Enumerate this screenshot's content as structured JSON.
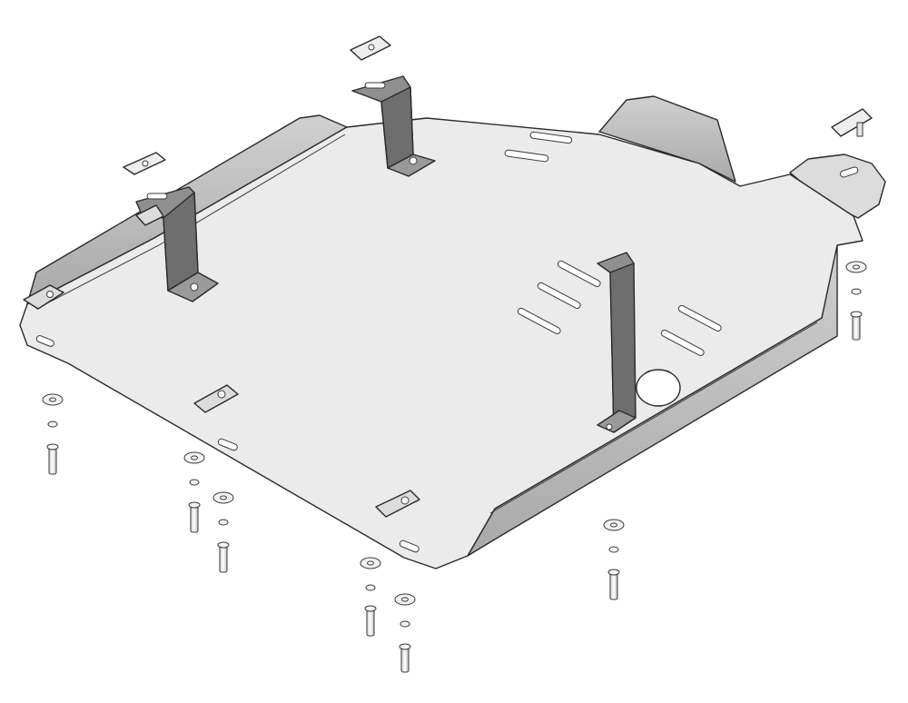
{
  "diagram": {
    "title": "",
    "subject": "skid-plate-exploded-view",
    "colors": {
      "plate_top": "#ebebeb",
      "plate_side": "#b9b9b9",
      "bracket": "#8f8f8f",
      "bracket_dark": "#6e6e6e",
      "hardware": "#f2f2f2",
      "outline": "#2a2a2a",
      "background": "#ffffff"
    },
    "parts": {
      "skid_plate": 1,
      "tall_brackets": 3,
      "side_tab_brackets": 4,
      "loose_clip_plates": 3,
      "bolt_sets": 8
    }
  }
}
